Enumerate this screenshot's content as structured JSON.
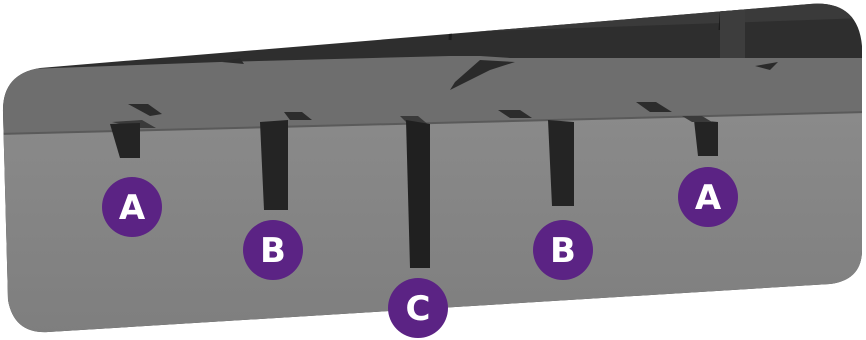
{
  "labels": {
    "a_left": "A",
    "b_left": "B",
    "c_center": "C",
    "b_right": "B",
    "a_right": "A"
  },
  "colors": {
    "badge_fill": "#5b2384",
    "badge_text": "#ffffff",
    "wall_face": "#878787",
    "wall_top": "#6c6c6c",
    "wall_back": "#333333",
    "slot_dark": "#202020"
  }
}
